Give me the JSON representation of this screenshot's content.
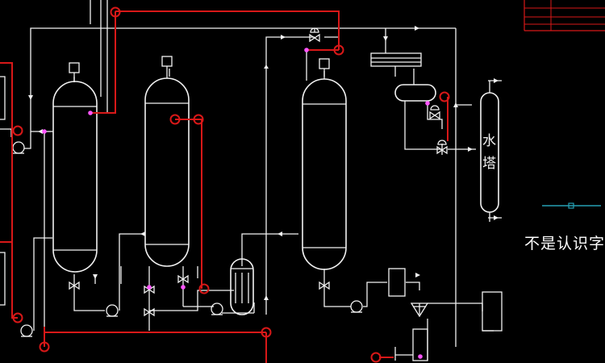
{
  "diagram": {
    "tower_label_chars": [
      "水",
      "塔"
    ],
    "caption_text": "不是认识字",
    "colors": {
      "background": "#000000",
      "line": "#f2f2f2",
      "signal": "#d81818",
      "instrument_tap": "#ff55ff",
      "cyan_line": "#26a0b4"
    }
  }
}
